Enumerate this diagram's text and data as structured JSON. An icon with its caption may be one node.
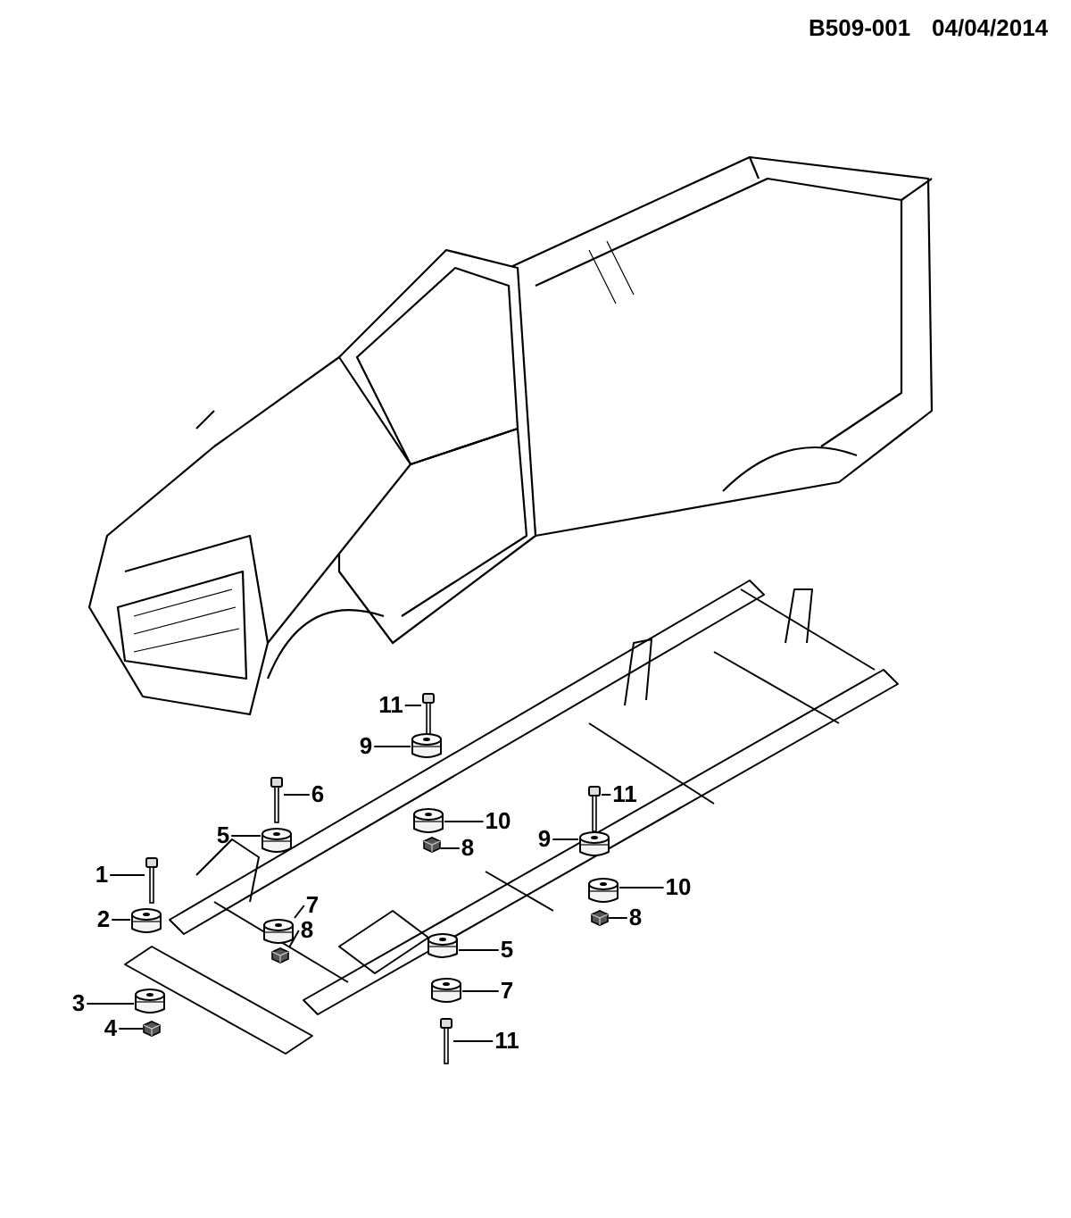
{
  "diagram": {
    "nodes": [
      {
        "text": [
          "11"
        ]
      },
      {
        "text": [
          "9"
        ]
      },
      {
        "text": [
          "6"
        ]
      },
      {
        "text": [
          "5"
        ]
      },
      {
        "text": [
          "10"
        ]
      },
      {
        "text": [
          "8"
        ]
      },
      {
        "text": [
          "11"
        ]
      },
      {
        "text": [
          "9"
        ]
      },
      {
        "text": [
          "1"
        ]
      },
      {
        "text": [
          "2"
        ]
      },
      {
        "text": [
          "10"
        ]
      },
      {
        "text": [
          "7"
        ]
      },
      {
        "text": [
          "8"
        ]
      },
      {
        "text": [
          "8"
        ]
      },
      {
        "text": [
          "5"
        ]
      },
      {
        "text": [
          "3"
        ]
      },
      {
        "text": [
          "4"
        ]
      },
      {
        "text": [
          "7"
        ]
      },
      {
        "text": [
          "11"
        ]
      },
      {
        "text": [],
        "shape": "bolt"
      },
      {
        "text": [],
        "shape": "cylinder"
      },
      {
        "text": [],
        "shape": "bolt"
      },
      {
        "text": [],
        "shape": "cylinder"
      },
      {
        "text": [],
        "shape": "cylinder"
      },
      {
        "text": [],
        "shape": "nut"
      },
      {
        "text": [],
        "shape": "bolt"
      },
      {
        "text": [],
        "shape": "cylinder"
      },
      {
        "text": [],
        "shape": "bolt"
      },
      {
        "text": [],
        "shape": "cylinder"
      },
      {
        "text": [],
        "shape": "cylinder"
      },
      {
        "text": [],
        "shape": "cylinder"
      },
      {
        "text": [],
        "shape": "nut"
      },
      {
        "text": [],
        "shape": "nut"
      },
      {
        "text": [],
        "shape": "cylinder"
      },
      {
        "text": [],
        "shape": "cylinder"
      },
      {
        "text": [],
        "shape": "nut"
      },
      {
        "text": [],
        "shape": "cylinder"
      },
      {
        "text": [],
        "shape": "bolt"
      }
    ],
    "edges": [
      {
        "from": 0,
        "to": 19,
        "arrow": "none"
      },
      {
        "from": 1,
        "to": 20,
        "arrow": "none"
      },
      {
        "from": 2,
        "to": 21,
        "arrow": "none"
      },
      {
        "from": 3,
        "to": 22,
        "arrow": "none"
      },
      {
        "from": 4,
        "to": 23,
        "arrow": "none"
      },
      {
        "from": 5,
        "to": 24,
        "arrow": "none"
      },
      {
        "from": 6,
        "to": 25,
        "arrow": "none"
      },
      {
        "from": 7,
        "to": 26,
        "arrow": "none"
      },
      {
        "from": 8,
        "to": 27,
        "arrow": "none"
      },
      {
        "from": 9,
        "to": 28,
        "arrow": "none"
      },
      {
        "from": 10,
        "to": 29,
        "arrow": "none"
      },
      {
        "from": 11,
        "to": 30,
        "arrow": "none"
      },
      {
        "from": 12,
        "to": 31,
        "arrow": "none"
      },
      {
        "from": 13,
        "to": 32,
        "arrow": "none"
      },
      {
        "from": 14,
        "to": 33,
        "arrow": "none"
      },
      {
        "from": 15,
        "to": 34,
        "arrow": "none"
      },
      {
        "from": 16,
        "to": 35,
        "arrow": "none"
      },
      {
        "from": 17,
        "to": 36,
        "arrow": "none"
      },
      {
        "from": 18,
        "to": 37,
        "arrow": "none"
      }
    ],
    "labels": [
      "B509-001",
      "04/04/2014"
    ]
  }
}
